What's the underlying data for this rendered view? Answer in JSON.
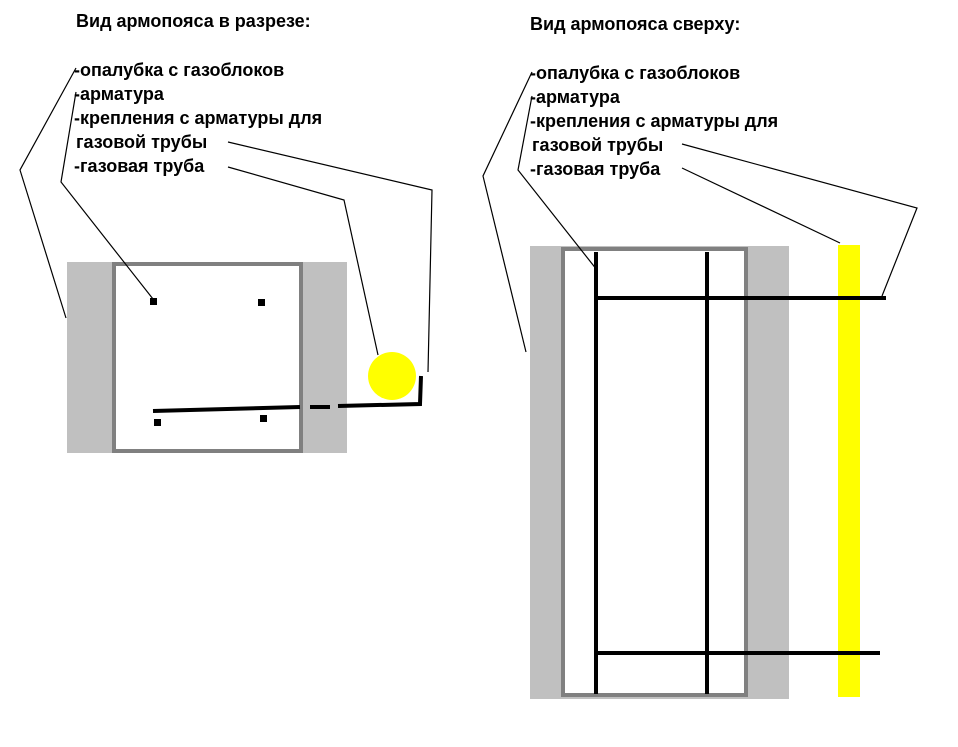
{
  "section_view": {
    "title": "Вид армопояса в разрезе:",
    "labels": [
      "-опалубка с газоблоков",
      "-арматура",
      "-крепления с арматуры для",
      "газовой трубы",
      "-газовая труба"
    ]
  },
  "top_view": {
    "title": "Вид армопояса сверху:",
    "labels": [
      "-опалубка с газоблоков",
      "-арматура",
      "-крепления с арматуры для",
      "газовой трубы",
      "-газовая труба"
    ]
  },
  "colors": {
    "formwork": "#c0c0c0",
    "concrete_outline": "#808080",
    "rebar": "#000000",
    "gas_pipe": "#ffff00",
    "background": "#ffffff"
  }
}
